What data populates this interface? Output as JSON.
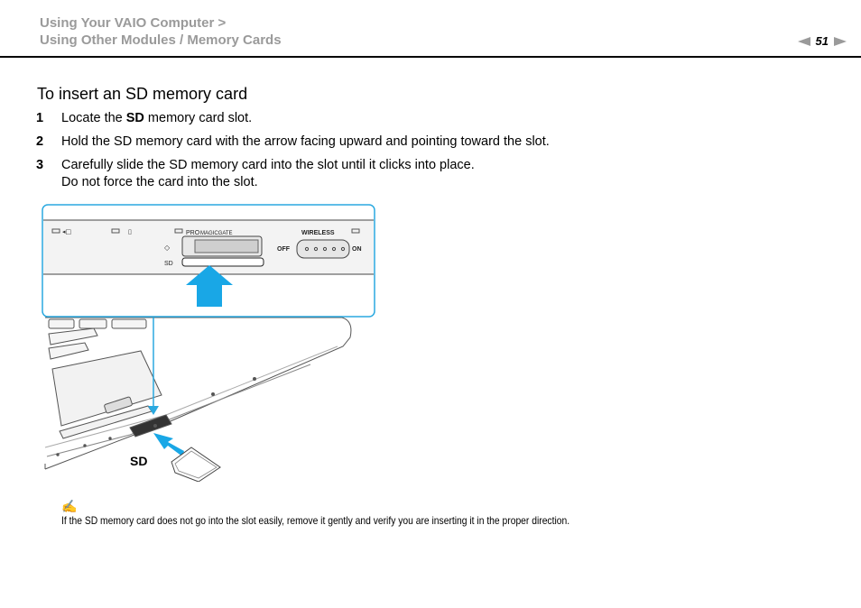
{
  "header": {
    "breadcrumb_line1": "Using Your VAIO Computer >",
    "breadcrumb_line2": "Using Other Modules / Memory Cards",
    "page_number": "51"
  },
  "section": {
    "title": "To insert an SD memory card"
  },
  "steps": [
    {
      "num": "1",
      "text_before": "Locate the ",
      "bold": "SD",
      "text_after": " memory card slot."
    },
    {
      "num": "2",
      "text": "Hold the SD memory card with the arrow facing upward and pointing toward the slot."
    },
    {
      "num": "3",
      "line1": "Carefully slide the SD memory card into the slot until it clicks into place.",
      "line2": "Do not force the card into the slot."
    }
  ],
  "figure": {
    "labels": {
      "pro": "PRO",
      "magicgate": "MAGICGATE",
      "wireless": "WIRELESS",
      "off": "OFF",
      "on": "ON",
      "sd_slot": "SD",
      "sd_card": "SD"
    },
    "colors": {
      "accent": "#2aa9e0",
      "arrow": "#19a7e6",
      "line": "#4a4a4a"
    }
  },
  "note": {
    "icon": "pencil-note-icon",
    "text": "If the SD memory card does not go into the slot easily, remove it gently and verify you are inserting it in the proper direction."
  }
}
